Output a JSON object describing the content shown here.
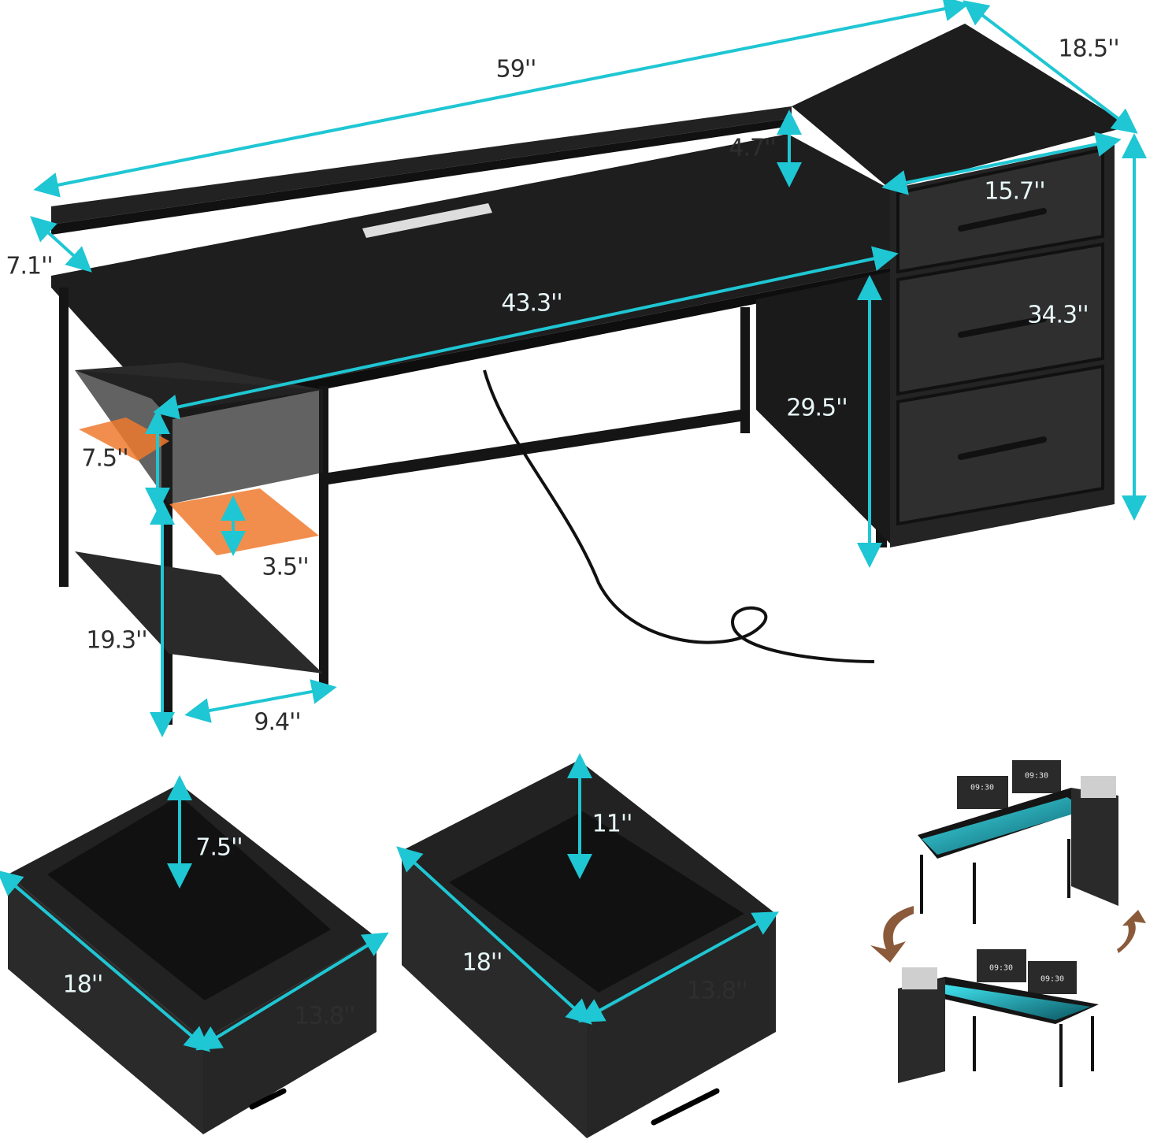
{
  "product": {
    "desk_dimensions": {
      "width": "59''",
      "depth": "18.5''",
      "shelf_height": "4.7''",
      "drawer_width": "15.7''",
      "monitor_stand_depth": "7.1''",
      "desktop_width": "43.3''",
      "cabinet_height": "34.3''",
      "leg_clearance_height": "29.5''",
      "shelf_gap": "7.5''",
      "shelf_adjust": "3.5''",
      "side_shelf_height": "19.3''",
      "side_shelf_depth": "9.4''"
    },
    "small_drawer": {
      "height": "7.5''",
      "depth": "18''",
      "width": "13.8''"
    },
    "large_drawer": {
      "height": "11''",
      "depth": "18''",
      "width": "13.8''"
    },
    "reversible_inset": {
      "monitor_clocks": [
        "09:30",
        "09:30",
        "09:30",
        "09:30"
      ],
      "arrow_color": "#8a5a3a"
    }
  },
  "colors": {
    "dimension_line": "#1fc6d3",
    "desk": "#1b1b1b",
    "highlight": "#f07a2e"
  }
}
